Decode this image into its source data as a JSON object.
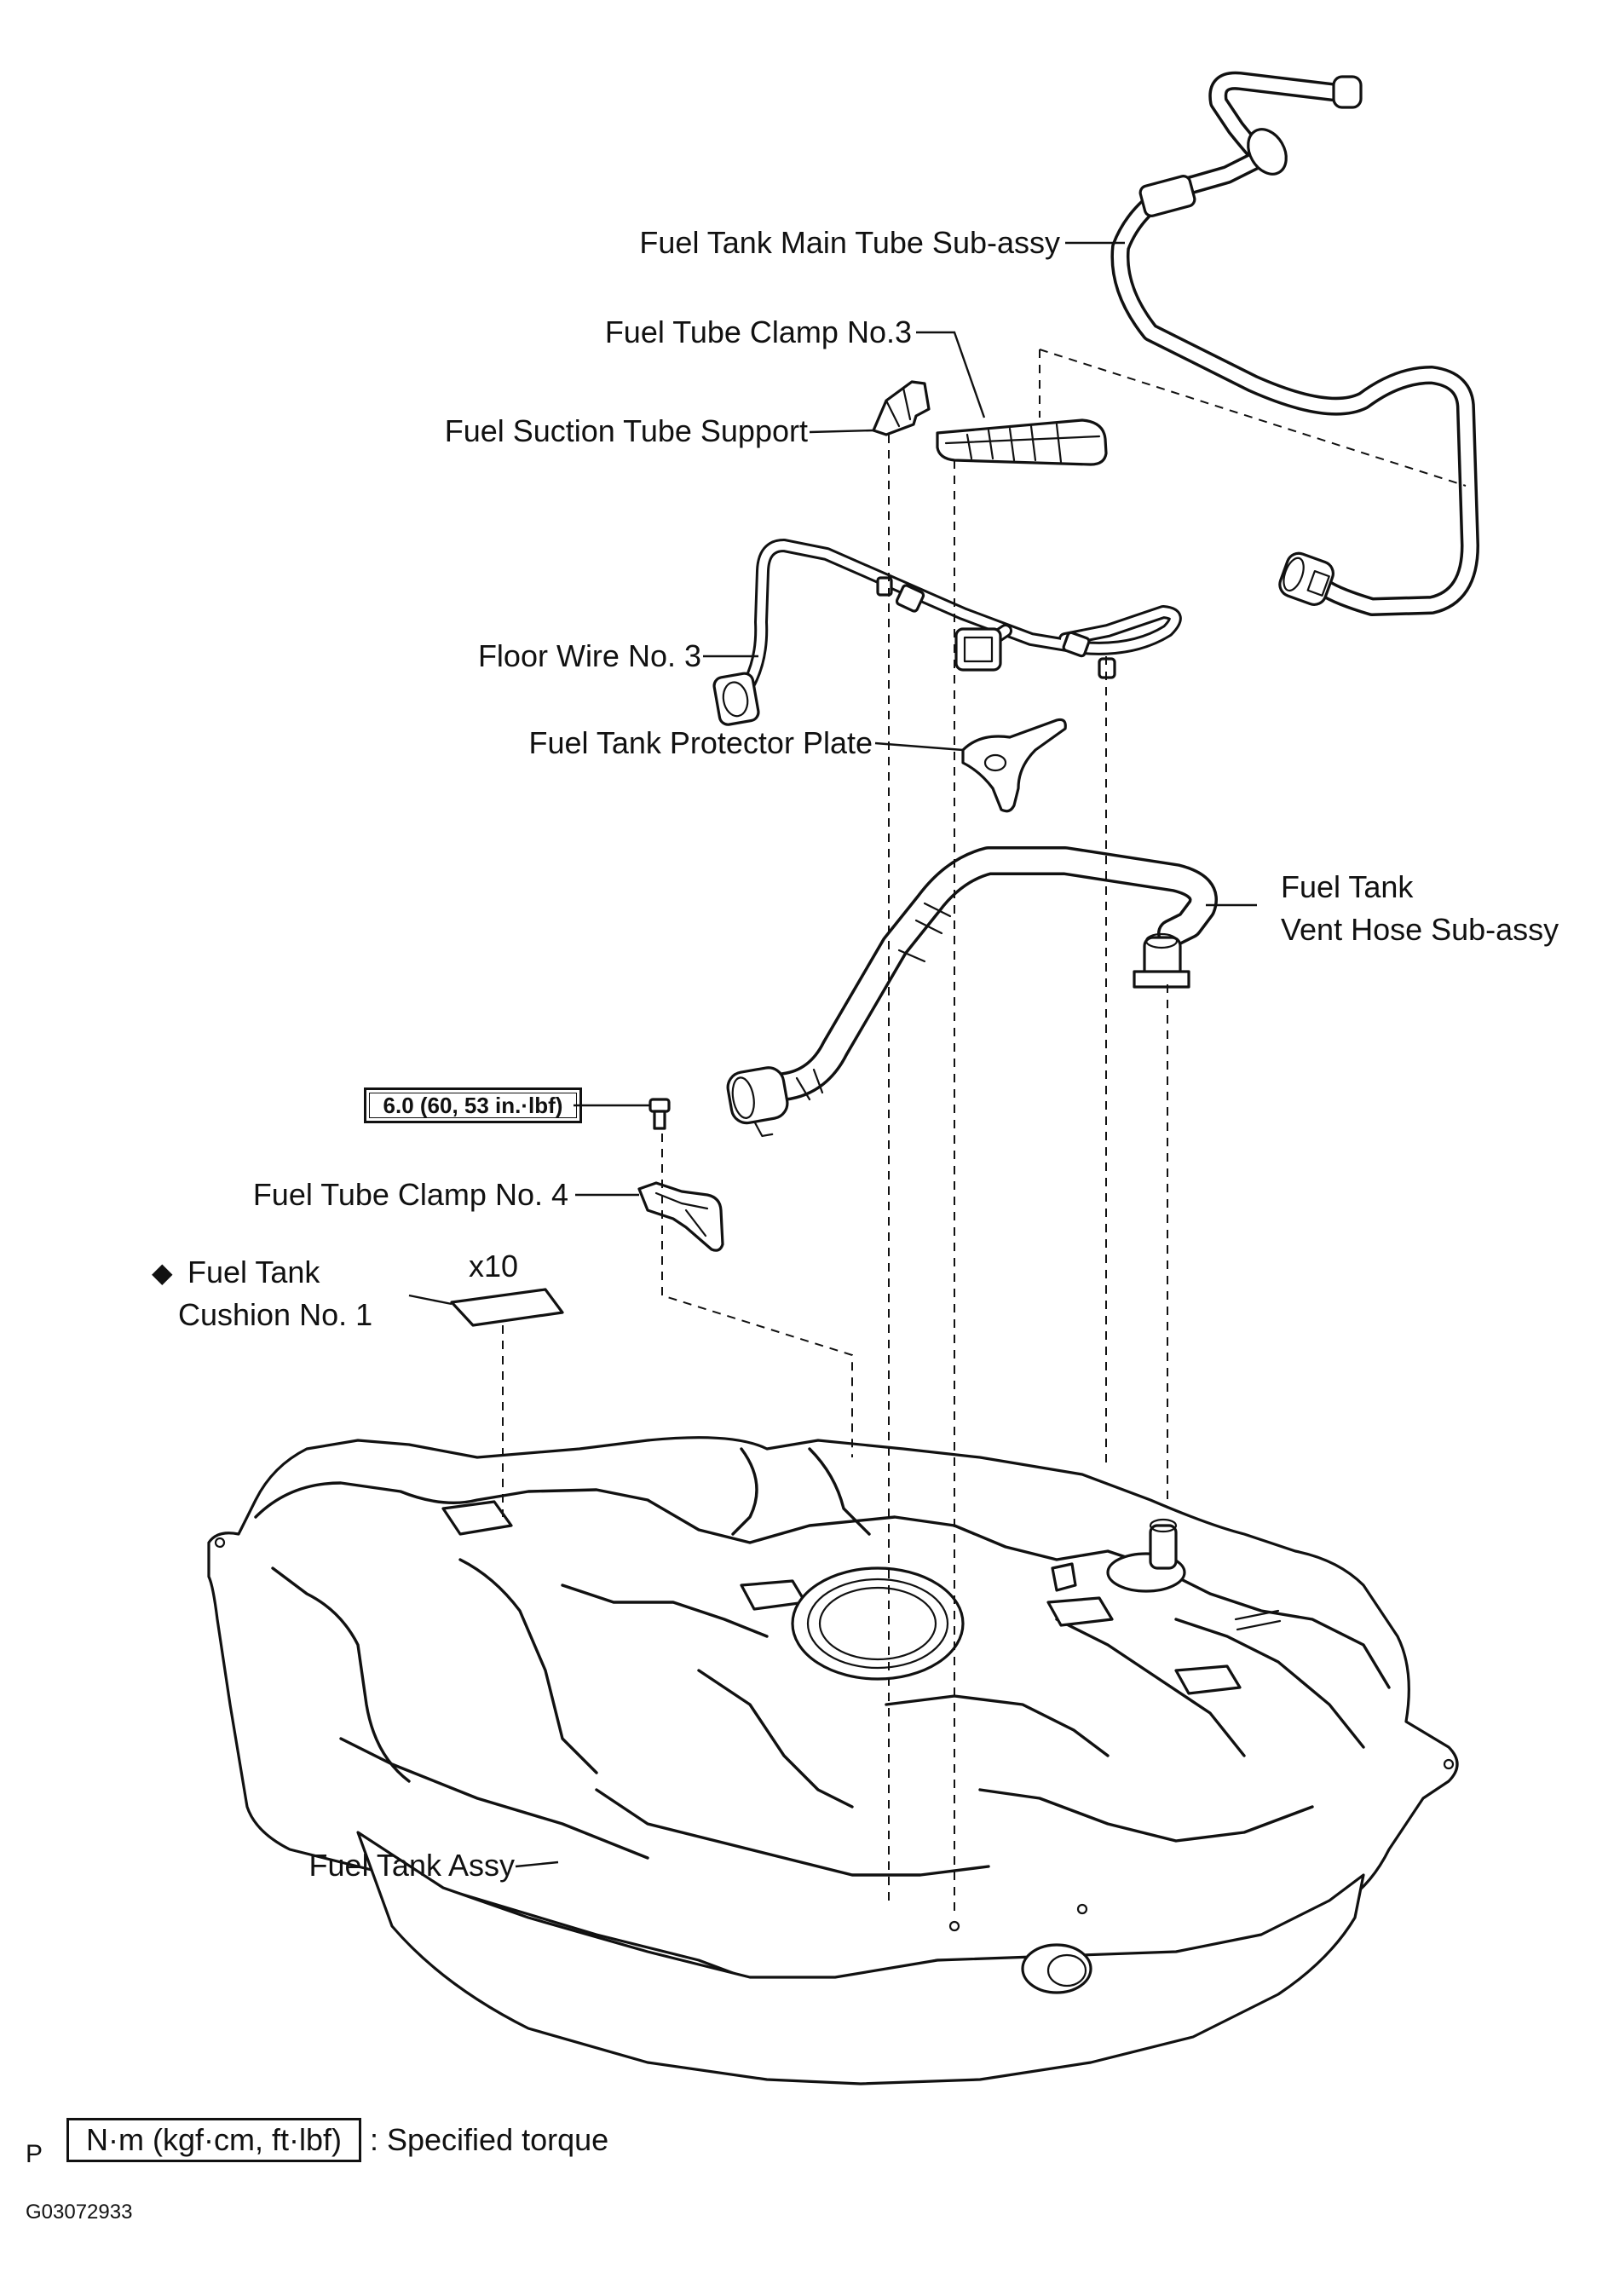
{
  "parts": {
    "main_tube": "Fuel Tank Main Tube Sub-assy",
    "clamp_no3": "Fuel Tube Clamp No.3",
    "suction_support": "Fuel Suction Tube Support",
    "floor_wire": "Floor Wire No. 3",
    "protector_plate": "Fuel Tank Protector Plate",
    "vent_hose_line1": "Fuel Tank",
    "vent_hose_line2": "Vent Hose Sub-assy",
    "clamp_no4": "Fuel Tube Clamp No. 4",
    "cushion_line1": "Fuel Tank",
    "cushion_line2": "Cushion No. 1",
    "cushion_qty": "x10",
    "tank_assy": "Fuel Tank Assy"
  },
  "torque": {
    "value": "6.0 (60, 53 in.·lbf)"
  },
  "legend": {
    "unit_box": "N·m (kgf·cm, ft·lbf)",
    "description": ": Specified torque"
  },
  "marks": {
    "non_reusable_symbol": "◆",
    "prefix": "P",
    "drawing_id": "G03072933"
  }
}
